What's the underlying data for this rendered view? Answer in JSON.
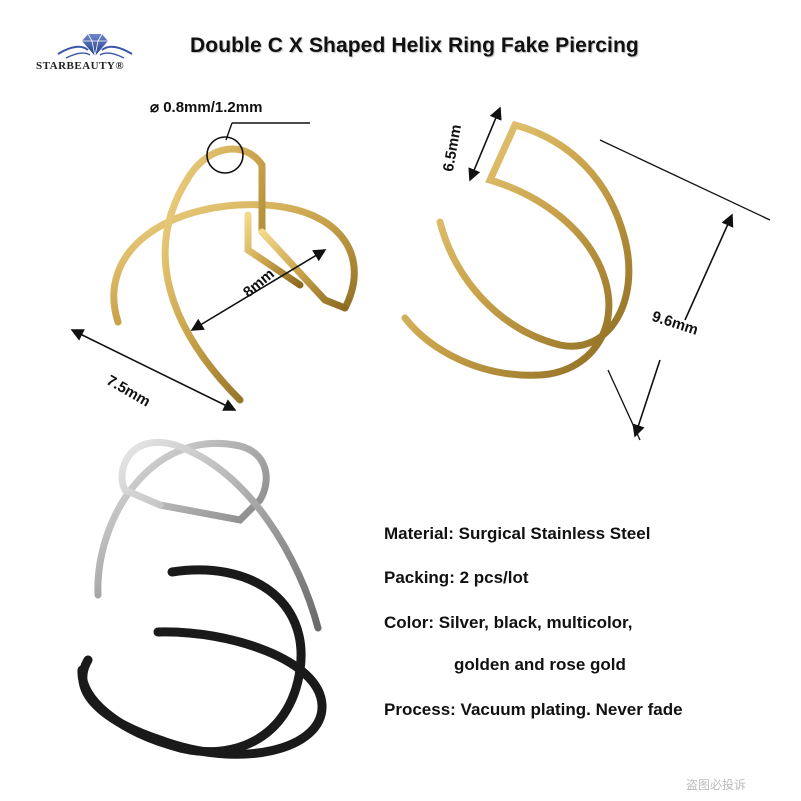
{
  "brand": {
    "name": "STARBEAUTY®"
  },
  "title": "Double C X Shaped Helix Ring Fake Piercing",
  "dimensions": {
    "diameter": "0.8mm/1.2mm",
    "width": "8mm",
    "length": "7.5mm",
    "gap": "6.5mm",
    "height": "9.6mm"
  },
  "specs": {
    "material": "Material: Surgical Stainless Steel",
    "packing": "Packing: 2 pcs/lot",
    "color_line1": "Color: Silver, black, multicolor,",
    "color_line2": "golden and rose gold",
    "process": "Process: Vacuum plating. Never fade"
  },
  "watermark": "盗图必投诉",
  "colors": {
    "gold": "#c9a24a",
    "silver": "#a8a8a8",
    "black": "#1a1a1a"
  },
  "icons": [
    "diamond-icon"
  ]
}
